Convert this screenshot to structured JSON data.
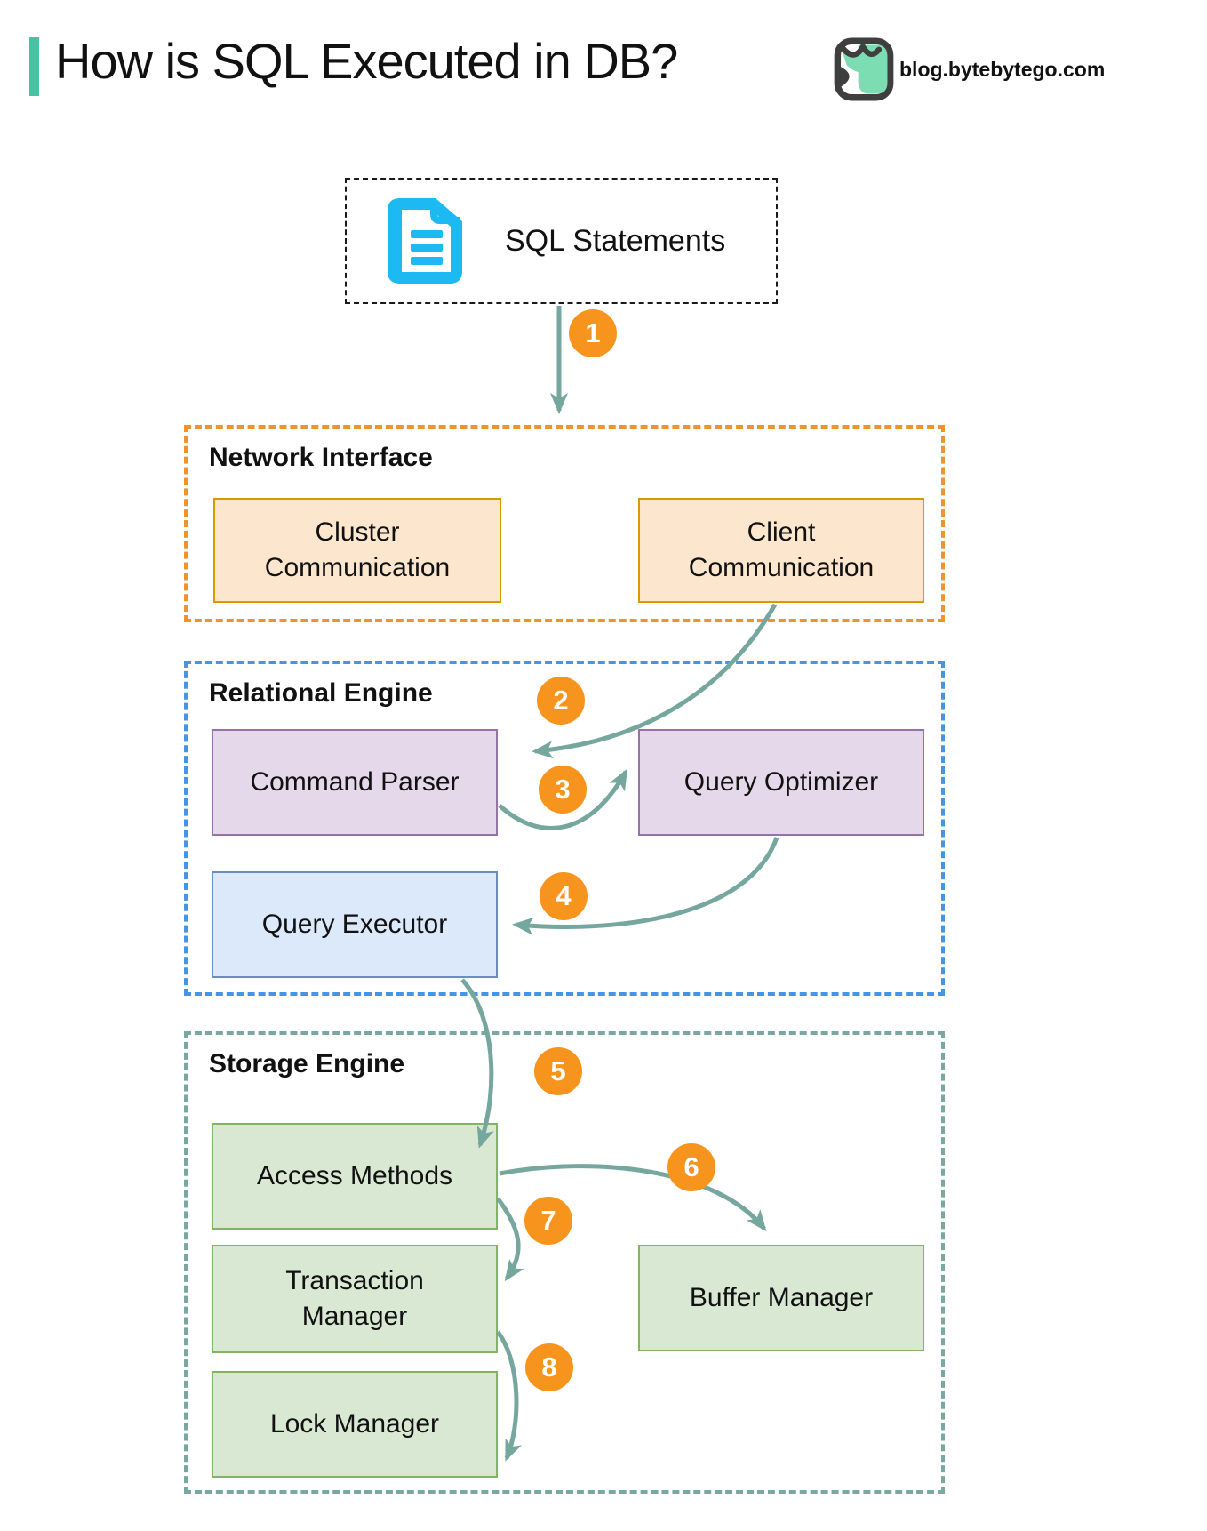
{
  "header": {
    "title": "How is SQL Executed in DB?",
    "brand": "blog.bytebytego.com",
    "accent_color": "#45c3a2",
    "logo_icon": "bytebytego-logo-icon"
  },
  "input": {
    "label": "SQL Statements",
    "icon": "document-icon",
    "icon_color": "#1cb9f2"
  },
  "sections": {
    "network": {
      "label": "Network Interface",
      "border_color": "#f0932b",
      "boxes": [
        {
          "label": "Cluster Communication"
        },
        {
          "label": "Client Communication"
        }
      ]
    },
    "relational": {
      "label": "Relational Engine",
      "border_color": "#4495e5",
      "boxes": [
        {
          "label": "Command Parser"
        },
        {
          "label": "Query Optimizer"
        },
        {
          "label": "Query Executor"
        }
      ]
    },
    "storage": {
      "label": "Storage Engine",
      "border_color": "#79a8a0",
      "boxes": [
        {
          "label": "Access Methods"
        },
        {
          "label": "Transaction Manager"
        },
        {
          "label": "Buffer Manager"
        },
        {
          "label": "Lock Manager"
        }
      ]
    }
  },
  "steps": [
    {
      "number": "1",
      "from": "SQL Statements",
      "to": "Network Interface"
    },
    {
      "number": "2",
      "from": "Client Communication",
      "to": "Command Parser"
    },
    {
      "number": "3",
      "from": "Command Parser",
      "to": "Query Optimizer"
    },
    {
      "number": "4",
      "from": "Query Optimizer",
      "to": "Query Executor"
    },
    {
      "number": "5",
      "from": "Query Executor",
      "to": "Access Methods"
    },
    {
      "number": "6",
      "from": "Access Methods",
      "to": "Buffer Manager"
    },
    {
      "number": "7",
      "from": "Access Methods",
      "to": "Transaction Manager"
    },
    {
      "number": "8",
      "from": "Transaction Manager",
      "to": "Lock Manager"
    }
  ],
  "colors": {
    "arrow": "#76a79e",
    "step_badge": "#f6941d",
    "peach_fill": "#fce6ce",
    "peach_border": "#d79b00",
    "purple_fill": "#e5d8ea",
    "purple_border": "#9673a6",
    "blue_fill": "#dce9fa",
    "blue_border": "#6c8ebf",
    "green_fill": "#d9e8d3",
    "green_border": "#82b366"
  }
}
